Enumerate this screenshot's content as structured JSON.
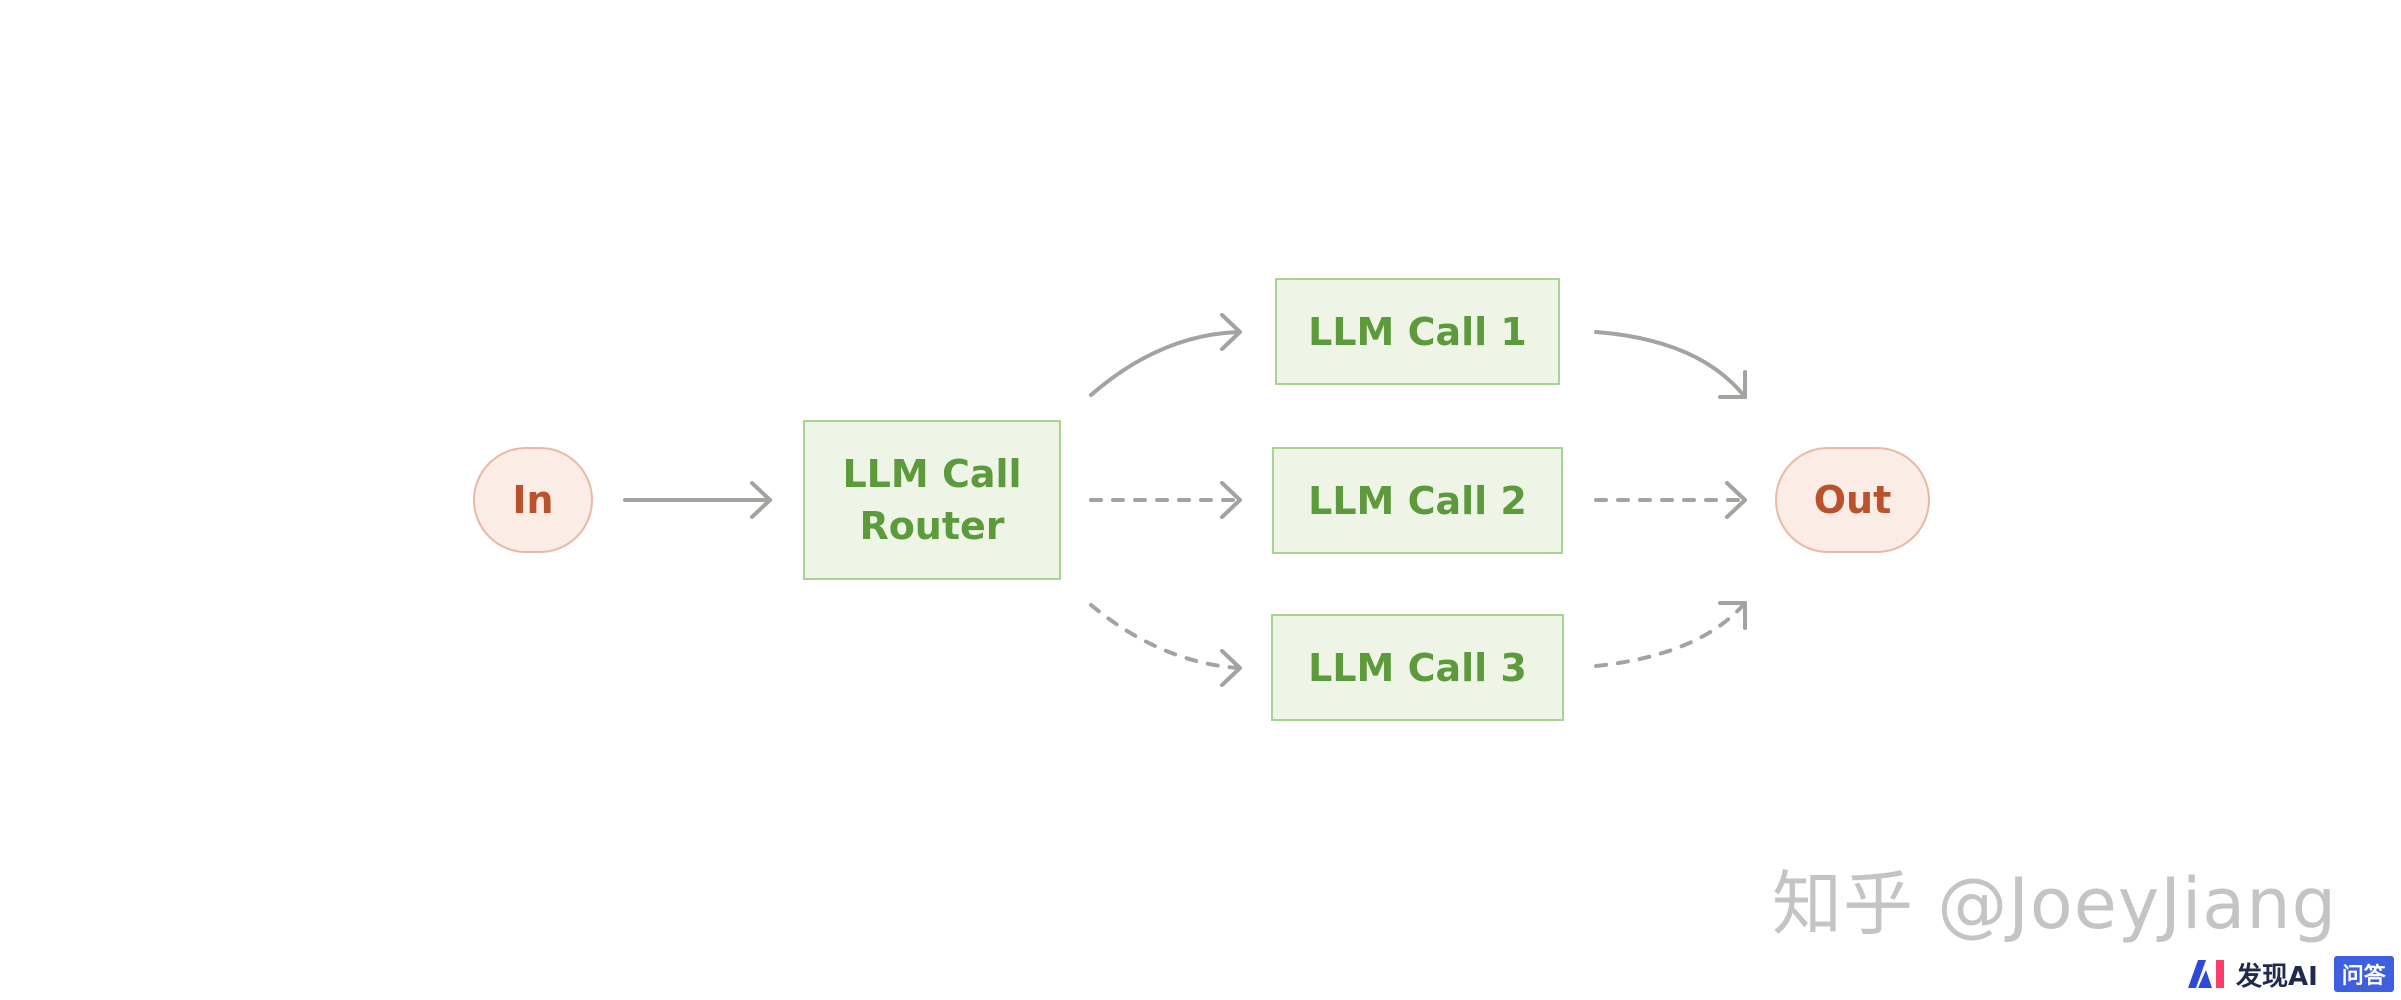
{
  "diagram": {
    "nodes": {
      "in": "In",
      "router": "LLM Call\nRouter",
      "call1": "LLM Call 1",
      "call2": "LLM Call 2",
      "call3": "LLM Call 3",
      "out": "Out"
    },
    "edges": [
      {
        "from": "in",
        "to": "router",
        "style": "solid"
      },
      {
        "from": "router",
        "to": "call1",
        "style": "solid"
      },
      {
        "from": "router",
        "to": "call2",
        "style": "dashed"
      },
      {
        "from": "router",
        "to": "call3",
        "style": "dashed"
      },
      {
        "from": "call1",
        "to": "out",
        "style": "solid"
      },
      {
        "from": "call2",
        "to": "out",
        "style": "dashed"
      },
      {
        "from": "call3",
        "to": "out",
        "style": "dashed"
      }
    ]
  },
  "watermark": {
    "text": "知乎 @JoeyJiang"
  },
  "brand": {
    "name": "发现AI",
    "tag": "问答"
  },
  "colors": {
    "io_fill": "#fbece6",
    "io_border": "#e9b9a4",
    "io_text": "#b9532e",
    "llm_fill": "#eef5e6",
    "llm_border": "#a9d392",
    "llm_text": "#5c9a3b",
    "edge": "#a3a3a0"
  }
}
